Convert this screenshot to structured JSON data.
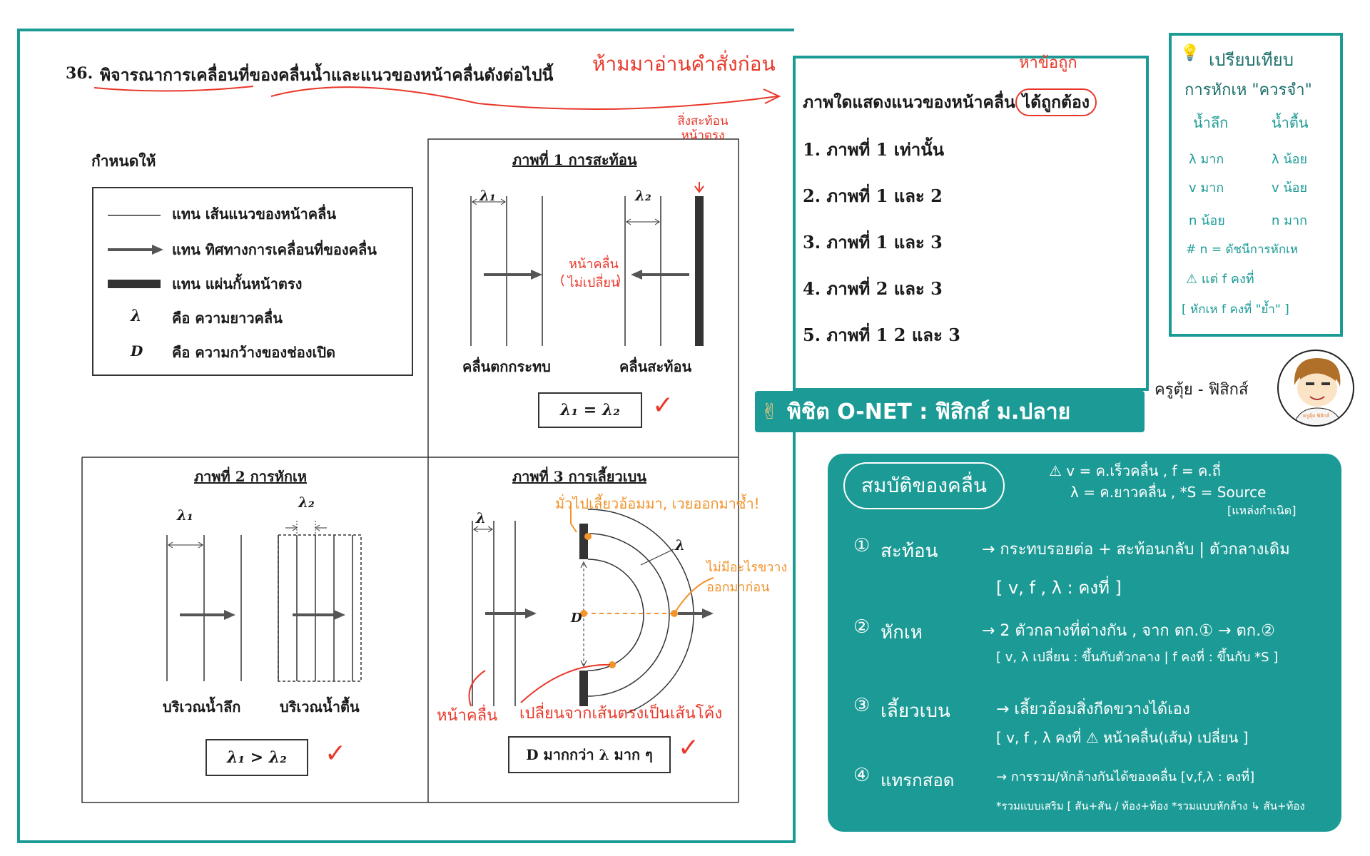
{
  "question": {
    "number": "36.",
    "text": "พิจารณาการเคลื่อนที่ของคลื่นน้ำและแนวของหน้าคลื่นดังต่อไปนี้",
    "note_read_first": "ห้ามมาอ่านคำสั่งก่อน",
    "given_label": "กำหนดให้"
  },
  "legend": {
    "items": [
      {
        "symbol": "line",
        "text": "แทน เส้นแนวของหน้าคลื่น"
      },
      {
        "symbol": "arrow",
        "text": "แทน ทิศทางการเคลื่อนที่ของคลื่น"
      },
      {
        "symbol": "bar",
        "text": "แทน แผ่นกั้นหน้าตรง"
      },
      {
        "symbol": "λ",
        "text": "คือ ความยาวคลื่น"
      },
      {
        "symbol": "D",
        "text": "คือ ความกว้างของช่องเปิด"
      }
    ]
  },
  "fig1": {
    "title": "ภาพที่ 1  การสะท้อน",
    "lambda1": "λ₁",
    "lambda2": "λ₂",
    "label_incident": "คลื่นตกกระทบ",
    "label_reflected": "คลื่นสะท้อน",
    "formula": "λ₁ = λ₂",
    "note_barrier": "สิ่งสะท้อน หน้าตรง",
    "note_front": "หน้าคลื่น ไม่เปลี่ยน",
    "check": "✓"
  },
  "fig2": {
    "title": "ภาพที่ 2  การหักเห",
    "lambda1": "λ₁",
    "lambda2": "λ₂",
    "label_deep": "บริเวณน้ำลึก",
    "label_shallow": "บริเวณน้ำตื้น",
    "formula": "λ₁ > λ₂",
    "check": "✓"
  },
  "fig3": {
    "title": "ภาพที่ 3  การเลี้ยวเบน",
    "lambda": "λ",
    "d_label": "D",
    "formula": "D มากกว่า λ มาก ๆ",
    "note_top": "มั่วไปเลี้ยวอ้อมมา, เวยออกมาซ้ำ!",
    "note_right": "ไม่มีอะไรขวาง ออกมาก่อน",
    "note_front": "หน้าคลื่น",
    "note_change": "เปลี่ยนจากเส้นตรงเป็นเส้นโค้ง",
    "check": "✓"
  },
  "answer": {
    "note_find": "หาข้อถูก",
    "question_prefix": "ภาพใดแสดงแนวของหน้าคลื่น",
    "question_highlight": "ได้ถูกต้อง",
    "options": [
      "1.  ภาพที่  1  เท่านั้น",
      "2.  ภาพที่  1  และ  2",
      "3.  ภาพที่  1  และ  3",
      "4.  ภาพที่  2  และ  3",
      "5.  ภาพที่  1  2  และ  3"
    ]
  },
  "compare_box": {
    "title_line1": "เปรียบเทียบ",
    "title_line2": "การหักเห \"ควรจำ\"",
    "col_deep": "น้ำลึก",
    "col_shallow": "น้ำตื้น",
    "deep_rows": [
      "λ มาก",
      "v มาก",
      "n น้อย"
    ],
    "shallow_rows": [
      "λ น้อย",
      "v น้อย",
      "n มาก"
    ],
    "note_n": "# n = ดัชนีการหักเห",
    "note_f": "⚠ แต่  f  คงที่",
    "note_bracket": "[ หักเห  f คงที่ \"ย้ำ\" ]"
  },
  "teacher": {
    "name": "ครูตุ้ย - ฟิสิกส์",
    "shirt": "ครูตุ้ย ฟิสิกส์"
  },
  "banner": {
    "icon": "✌",
    "text": "พิชิต O-NET : ฟิสิกส์ ม.ปลาย"
  },
  "props": {
    "title": "สมบัติของคลื่น",
    "defs": [
      "⚠  v  = ค.เร็วคลื่น , f = ค.ถี่",
      "λ  = ค.ยาวคลื่น , *S = Source",
      "[แหล่งกำเนิด]"
    ],
    "items": [
      {
        "num": "①",
        "name": "สะท้อน",
        "line1": "→  กระทบรอยต่อ + สะท้อนกลับ | ตัวกลางเดิม",
        "line2": "[ v, f , λ  : คงที่ ]"
      },
      {
        "num": "②",
        "name": "หักเห",
        "line1": "→  2 ตัวกลางที่ต่างกัน , จาก ตก.① → ตก.②",
        "line2": "[ v, λ เปลี่ยน : ขึ้นกับตัวกลาง | f คงที่ : ขึ้นกับ *S ]"
      },
      {
        "num": "③",
        "name": "เลี้ยวเบน",
        "line1": "→  เลี้ยวอ้อมสิ่งกีดขวางได้เอง",
        "line2": "[ v, f , λ  คงที่   ⚠ หน้าคลื่น(เส้น) เปลี่ยน ]"
      },
      {
        "num": "④",
        "name": "แทรกสอด",
        "line1": "→  การรวม/หักล้างกันได้ของคลื่น  [v,f,λ : คงที่]",
        "line2": "*รวมแบบเสริม [ สัน+สัน / ท้อง+ท้อง     *รวมแบบหักล้าง ↳ สัน+ท้อง"
      }
    ]
  }
}
